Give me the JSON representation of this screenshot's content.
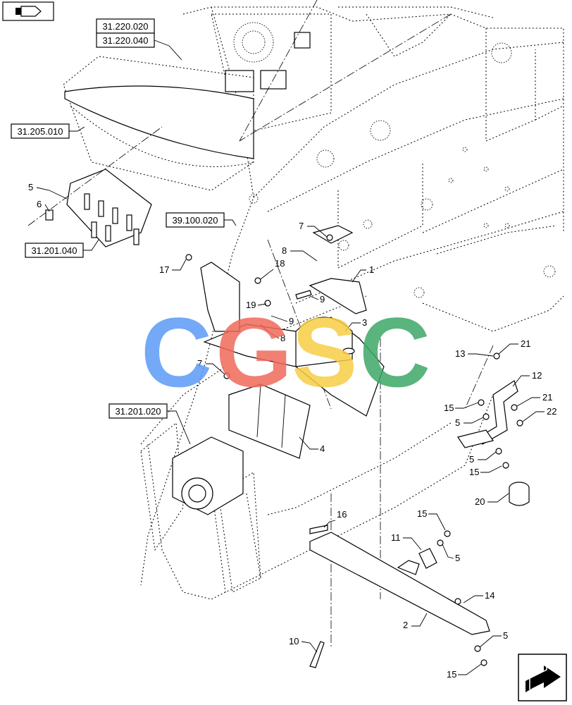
{
  "references": [
    {
      "id": "ref-31-220-020",
      "label": "31.220.020"
    },
    {
      "id": "ref-31-220-040",
      "label": "31.220.040"
    },
    {
      "id": "ref-31-205-010",
      "label": "31.205.010"
    },
    {
      "id": "ref-39-100-020",
      "label": "39.100.020"
    },
    {
      "id": "ref-31-201-040",
      "label": "31.201.040"
    },
    {
      "id": "ref-31-201-020",
      "label": "31.201.020"
    }
  ],
  "callouts": [
    "1",
    "2",
    "3",
    "4",
    "5",
    "6",
    "7",
    "8",
    "9",
    "10",
    "11",
    "12",
    "13",
    "14",
    "15",
    "16",
    "17",
    "18",
    "19",
    "20",
    "21",
    "22"
  ],
  "watermark": {
    "letters": [
      "C",
      "G",
      "S",
      "C"
    ],
    "colors": [
      "#5b9bf5",
      "#ef6a5a",
      "#f7cd46",
      "#3da867"
    ]
  },
  "icons": {
    "top_left": "previous-page-icon",
    "bottom_right": "next-page-icon"
  }
}
